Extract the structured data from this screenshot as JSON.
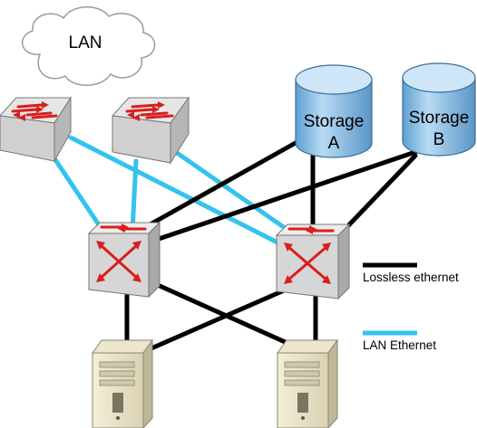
{
  "cloud": {
    "label": "LAN"
  },
  "storage": [
    {
      "line1": "Storage",
      "line2": "A"
    },
    {
      "line1": "Storage",
      "line2": "B"
    }
  ],
  "legend": {
    "lossless": {
      "label": "Lossless ethernet",
      "color": "#000000"
    },
    "lan": {
      "label": "LAN Ethernet",
      "color": "#33c3ee"
    }
  },
  "icons": {
    "access_switch": "workgroup-switch-icon",
    "core_switch": "multilayer-switch-icon",
    "storage": "database-cylinder-icon",
    "server": "tower-server-icon",
    "cloud": "cloud-icon"
  },
  "colors": {
    "switch_body": "#e4e4e4",
    "switch_arrow": "#d81e1e",
    "storage_fill": "#8fc1e6",
    "server_body": "#e6e0c8"
  }
}
